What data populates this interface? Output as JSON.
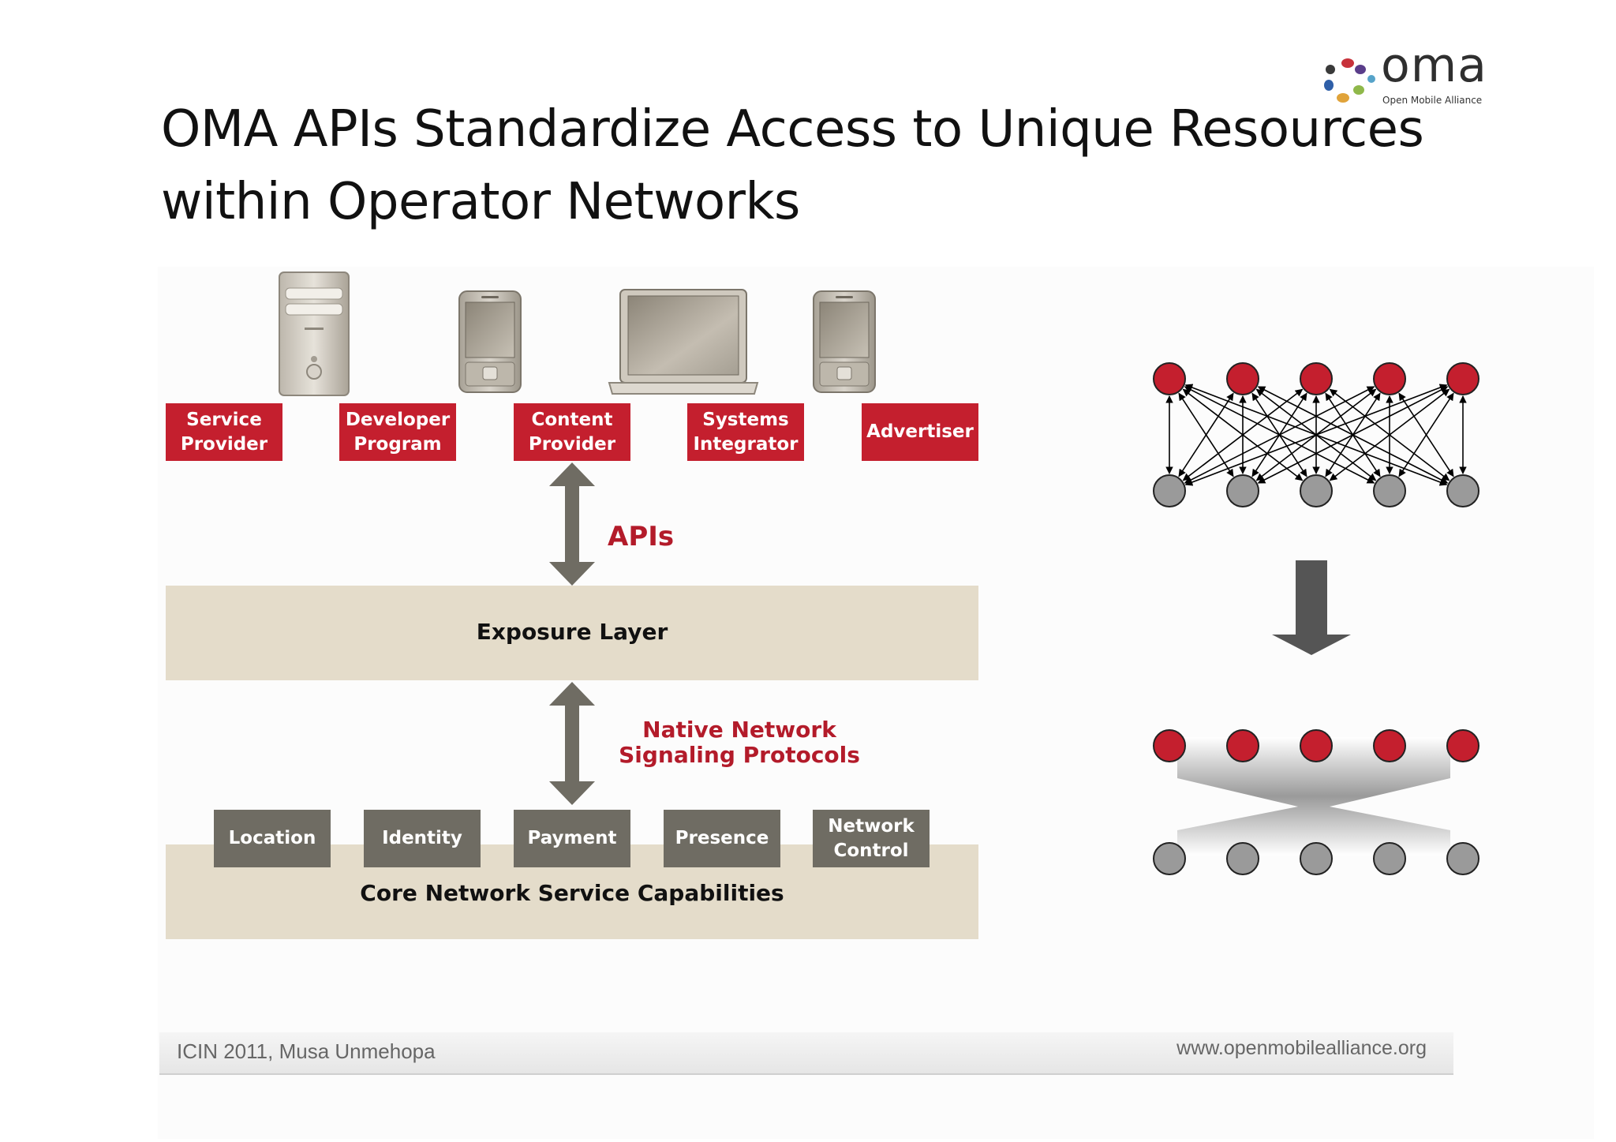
{
  "slide": {
    "title_lines": [
      "OMA APIs Standardize Access to Unique Resources",
      "within Operator Networks"
    ]
  },
  "logo": {
    "wordmark": "oma",
    "tagline": "Open Mobile Alliance"
  },
  "roles": [
    {
      "label": "Service\nProvider"
    },
    {
      "label": "Developer\nProgram"
    },
    {
      "label": "Content\nProvider"
    },
    {
      "label": "Systems\nIntegrator"
    },
    {
      "label": "Advertiser"
    }
  ],
  "devices": [
    "server-tower",
    "pda",
    "laptop",
    "pda"
  ],
  "labels": {
    "apis": "APIs",
    "exposure_layer": "Exposure Layer",
    "native_protocols": "Native Network\nSignaling Protocols",
    "core_network": "Core Network Service Capabilities"
  },
  "capabilities": [
    {
      "label": "Location"
    },
    {
      "label": "Identity"
    },
    {
      "label": "Payment"
    },
    {
      "label": "Presence"
    },
    {
      "label": "Network\nControl"
    }
  ],
  "network_model": {
    "top_node_count": 5,
    "bottom_node_count": 5,
    "top_color": "#c41f2e",
    "bottom_color": "#9a9a9a",
    "before": "full-mesh",
    "after": "single-converging-layer"
  },
  "footer": {
    "left": "ICIN 2011, Musa Unmehopa",
    "right": "www.openmobilealliance.org"
  },
  "colors": {
    "role_box": "#c41f2e",
    "capability_box": "#6f6c63",
    "layer_band": "#e4dcca",
    "arrow": "#6f6c63",
    "accent_text": "#b31b2a"
  }
}
